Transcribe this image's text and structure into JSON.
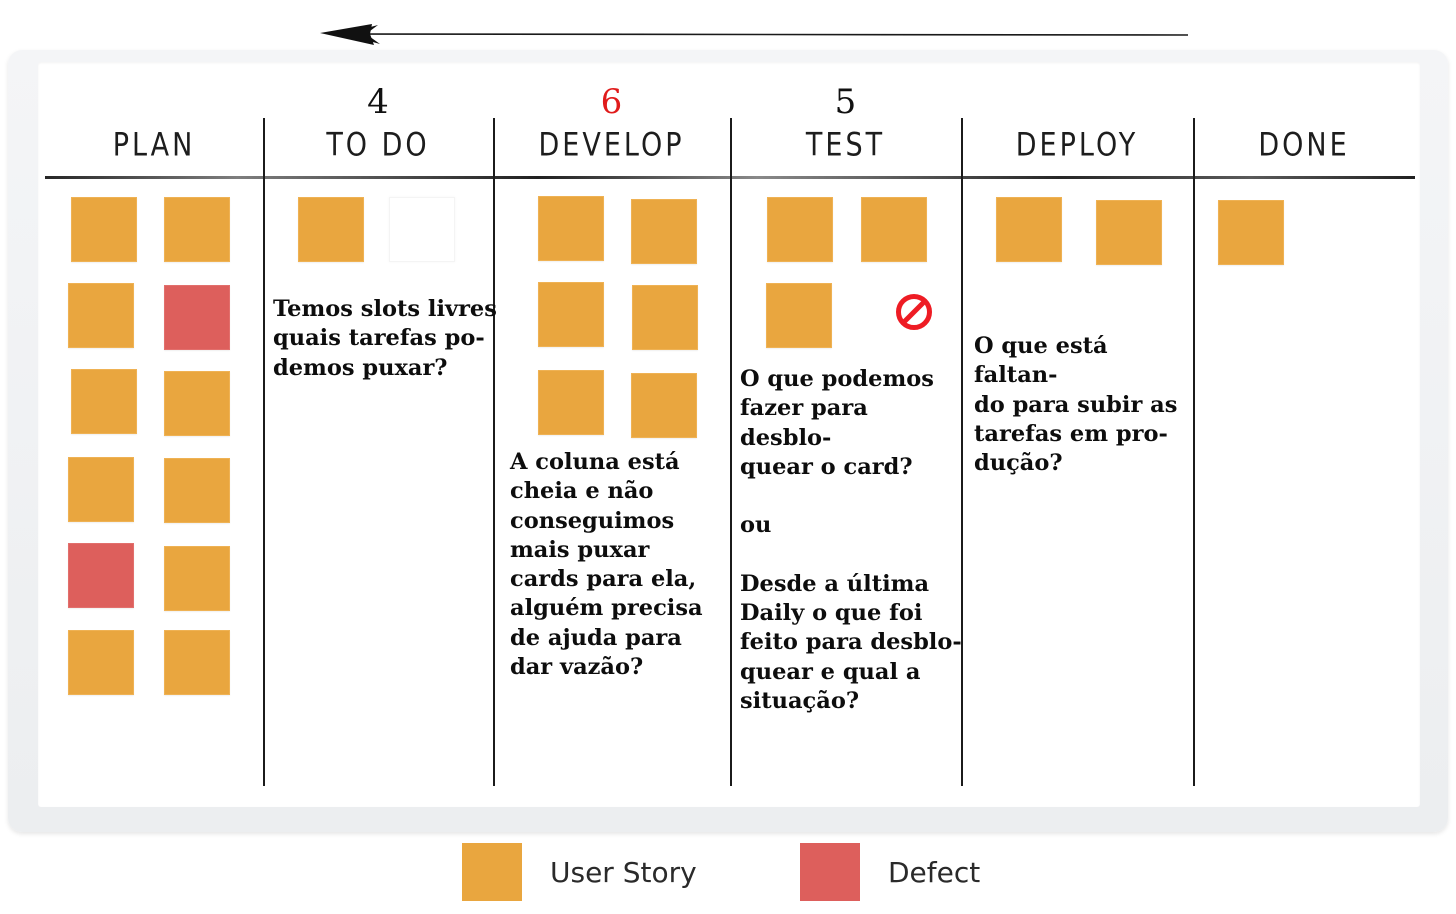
{
  "board": {
    "flow_arrow_direction": "left",
    "flow_arrow_name": "pull-direction-arrow"
  },
  "columns": [
    {
      "id": "plan",
      "title": "PLAN",
      "wip_limit": null,
      "wip_limit_color": null,
      "note": null,
      "cards": [
        {
          "type": "story"
        },
        {
          "type": "story"
        },
        {
          "type": "story"
        },
        {
          "type": "defect"
        },
        {
          "type": "story"
        },
        {
          "type": "story"
        },
        {
          "type": "story"
        },
        {
          "type": "story"
        },
        {
          "type": "defect"
        },
        {
          "type": "story"
        },
        {
          "type": "story"
        },
        {
          "type": "story"
        }
      ]
    },
    {
      "id": "todo",
      "title": "TO DO",
      "wip_limit": "4",
      "wip_limit_color": "#111111",
      "note": "Temos slots livres\nquais tarefas po-\ndemos puxar?",
      "cards": [
        {
          "type": "story"
        },
        {
          "type": "empty"
        }
      ]
    },
    {
      "id": "develop",
      "title": "DEVELOP",
      "wip_limit": "6",
      "wip_limit_color": "#e01b1b",
      "note": "A coluna está\ncheia e não\nconseguimos\nmais puxar\ncards para ela,\nalguém precisa\nde ajuda para\ndar vazão?",
      "cards": [
        {
          "type": "story"
        },
        {
          "type": "story"
        },
        {
          "type": "story"
        },
        {
          "type": "story"
        },
        {
          "type": "story"
        },
        {
          "type": "story"
        }
      ]
    },
    {
      "id": "test",
      "title": "TEST",
      "wip_limit": "5",
      "wip_limit_color": "#111111",
      "note": "O que podemos\nfazer para desblo-\nquear o card?\n\nou\n\nDesde a última\nDaily o que foi\nfeito para desblo-\nquear e qual a\nsituação?",
      "cards": [
        {
          "type": "story"
        },
        {
          "type": "story",
          "blocked": true
        },
        {
          "type": "story"
        }
      ]
    },
    {
      "id": "deploy",
      "title": "DEPLOY",
      "wip_limit": null,
      "wip_limit_color": null,
      "note": "O que está faltan-\ndo para subir as\ntarefas em pro-\ndução?",
      "cards": [
        {
          "type": "story"
        },
        {
          "type": "story"
        }
      ]
    },
    {
      "id": "done",
      "title": "DONE",
      "wip_limit": null,
      "wip_limit_color": null,
      "note": null,
      "cards": [
        {
          "type": "story"
        }
      ]
    }
  ],
  "legend": {
    "items": [
      {
        "label": "User Story",
        "color": "#e9a63f",
        "kind": "story"
      },
      {
        "label": "Defect",
        "color": "#dd5f5c",
        "kind": "defect"
      }
    ]
  },
  "icons": {
    "blocked": "blocked-icon"
  }
}
